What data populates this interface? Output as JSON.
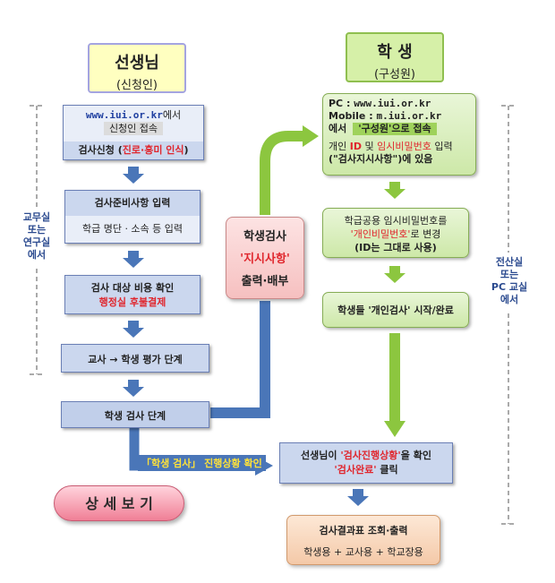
{
  "teacher": {
    "title": "선생님",
    "sub": "(신청인)"
  },
  "student": {
    "title": "학 생",
    "sub": "(구성원)"
  },
  "side_left": [
    "교무실",
    "또는",
    "연구실",
    "에서"
  ],
  "side_right": [
    "전산실",
    "또는",
    "PC 교실",
    "에서"
  ],
  "boxes": {
    "site": {
      "url": "www.iui.or.kr",
      "suffix": "에서",
      "action": "신청인 접속",
      "apply": "검사신청 (",
      "apply_red": "진로·흥미 인식",
      "apply_end": ")"
    },
    "prep": {
      "title": "검사준비사항 입력",
      "detail": "학급 명단 · 소속 등 입력"
    },
    "cost": {
      "line1": "검사 대상 비용 확인",
      "line2": "행정실 후불결제"
    },
    "eval": {
      "text": "교사 → 학생 평가 단계"
    },
    "stage": {
      "text": "학생 검사 단계"
    },
    "notice": {
      "line1": "학생검사",
      "line2": "'지시사항'",
      "line3": "출력·배부"
    },
    "student_access": {
      "pc_label": "PC :",
      "pc_url": "www.iui.or.kr",
      "mobile_label": "Mobile :",
      "mobile_url": "m.iui.or.kr",
      "in": "에서",
      "role": "'구성원'으로 접속",
      "enter_a": "개인 ",
      "enter_id": "ID",
      "enter_b": " 및 ",
      "enter_pw": "임시비밀번호",
      "enter_c": " 입력",
      "note": "(\"검사지시사항\")에 있음"
    },
    "change": {
      "line1": "학급공용 임시비밀번호를",
      "line2_red": "'개인비밀번호'",
      "line2_rest": "로 변경",
      "line3": "(ID는 그대로 사용)"
    },
    "start": {
      "text": "학생들 '개인검사' 시작/완료"
    },
    "progress_label": "「학생 검사」 진행상황 확인",
    "confirm": {
      "line1_a": "선생님이 ",
      "line1_red": "'검사진행상황'",
      "line1_b": "을 확인",
      "line2_red": "'검사완료'",
      "line2_b": " 클릭"
    },
    "result": {
      "title": "검사결과표 조회·출력",
      "detail": "학생용 + 교사용 + 학교장용"
    },
    "detail_button": "상 세 보 기"
  },
  "colors": {
    "accent_red": "#e0262d",
    "blue_arrow": "#4a76b8",
    "green_arrow": "#8cc63f"
  }
}
